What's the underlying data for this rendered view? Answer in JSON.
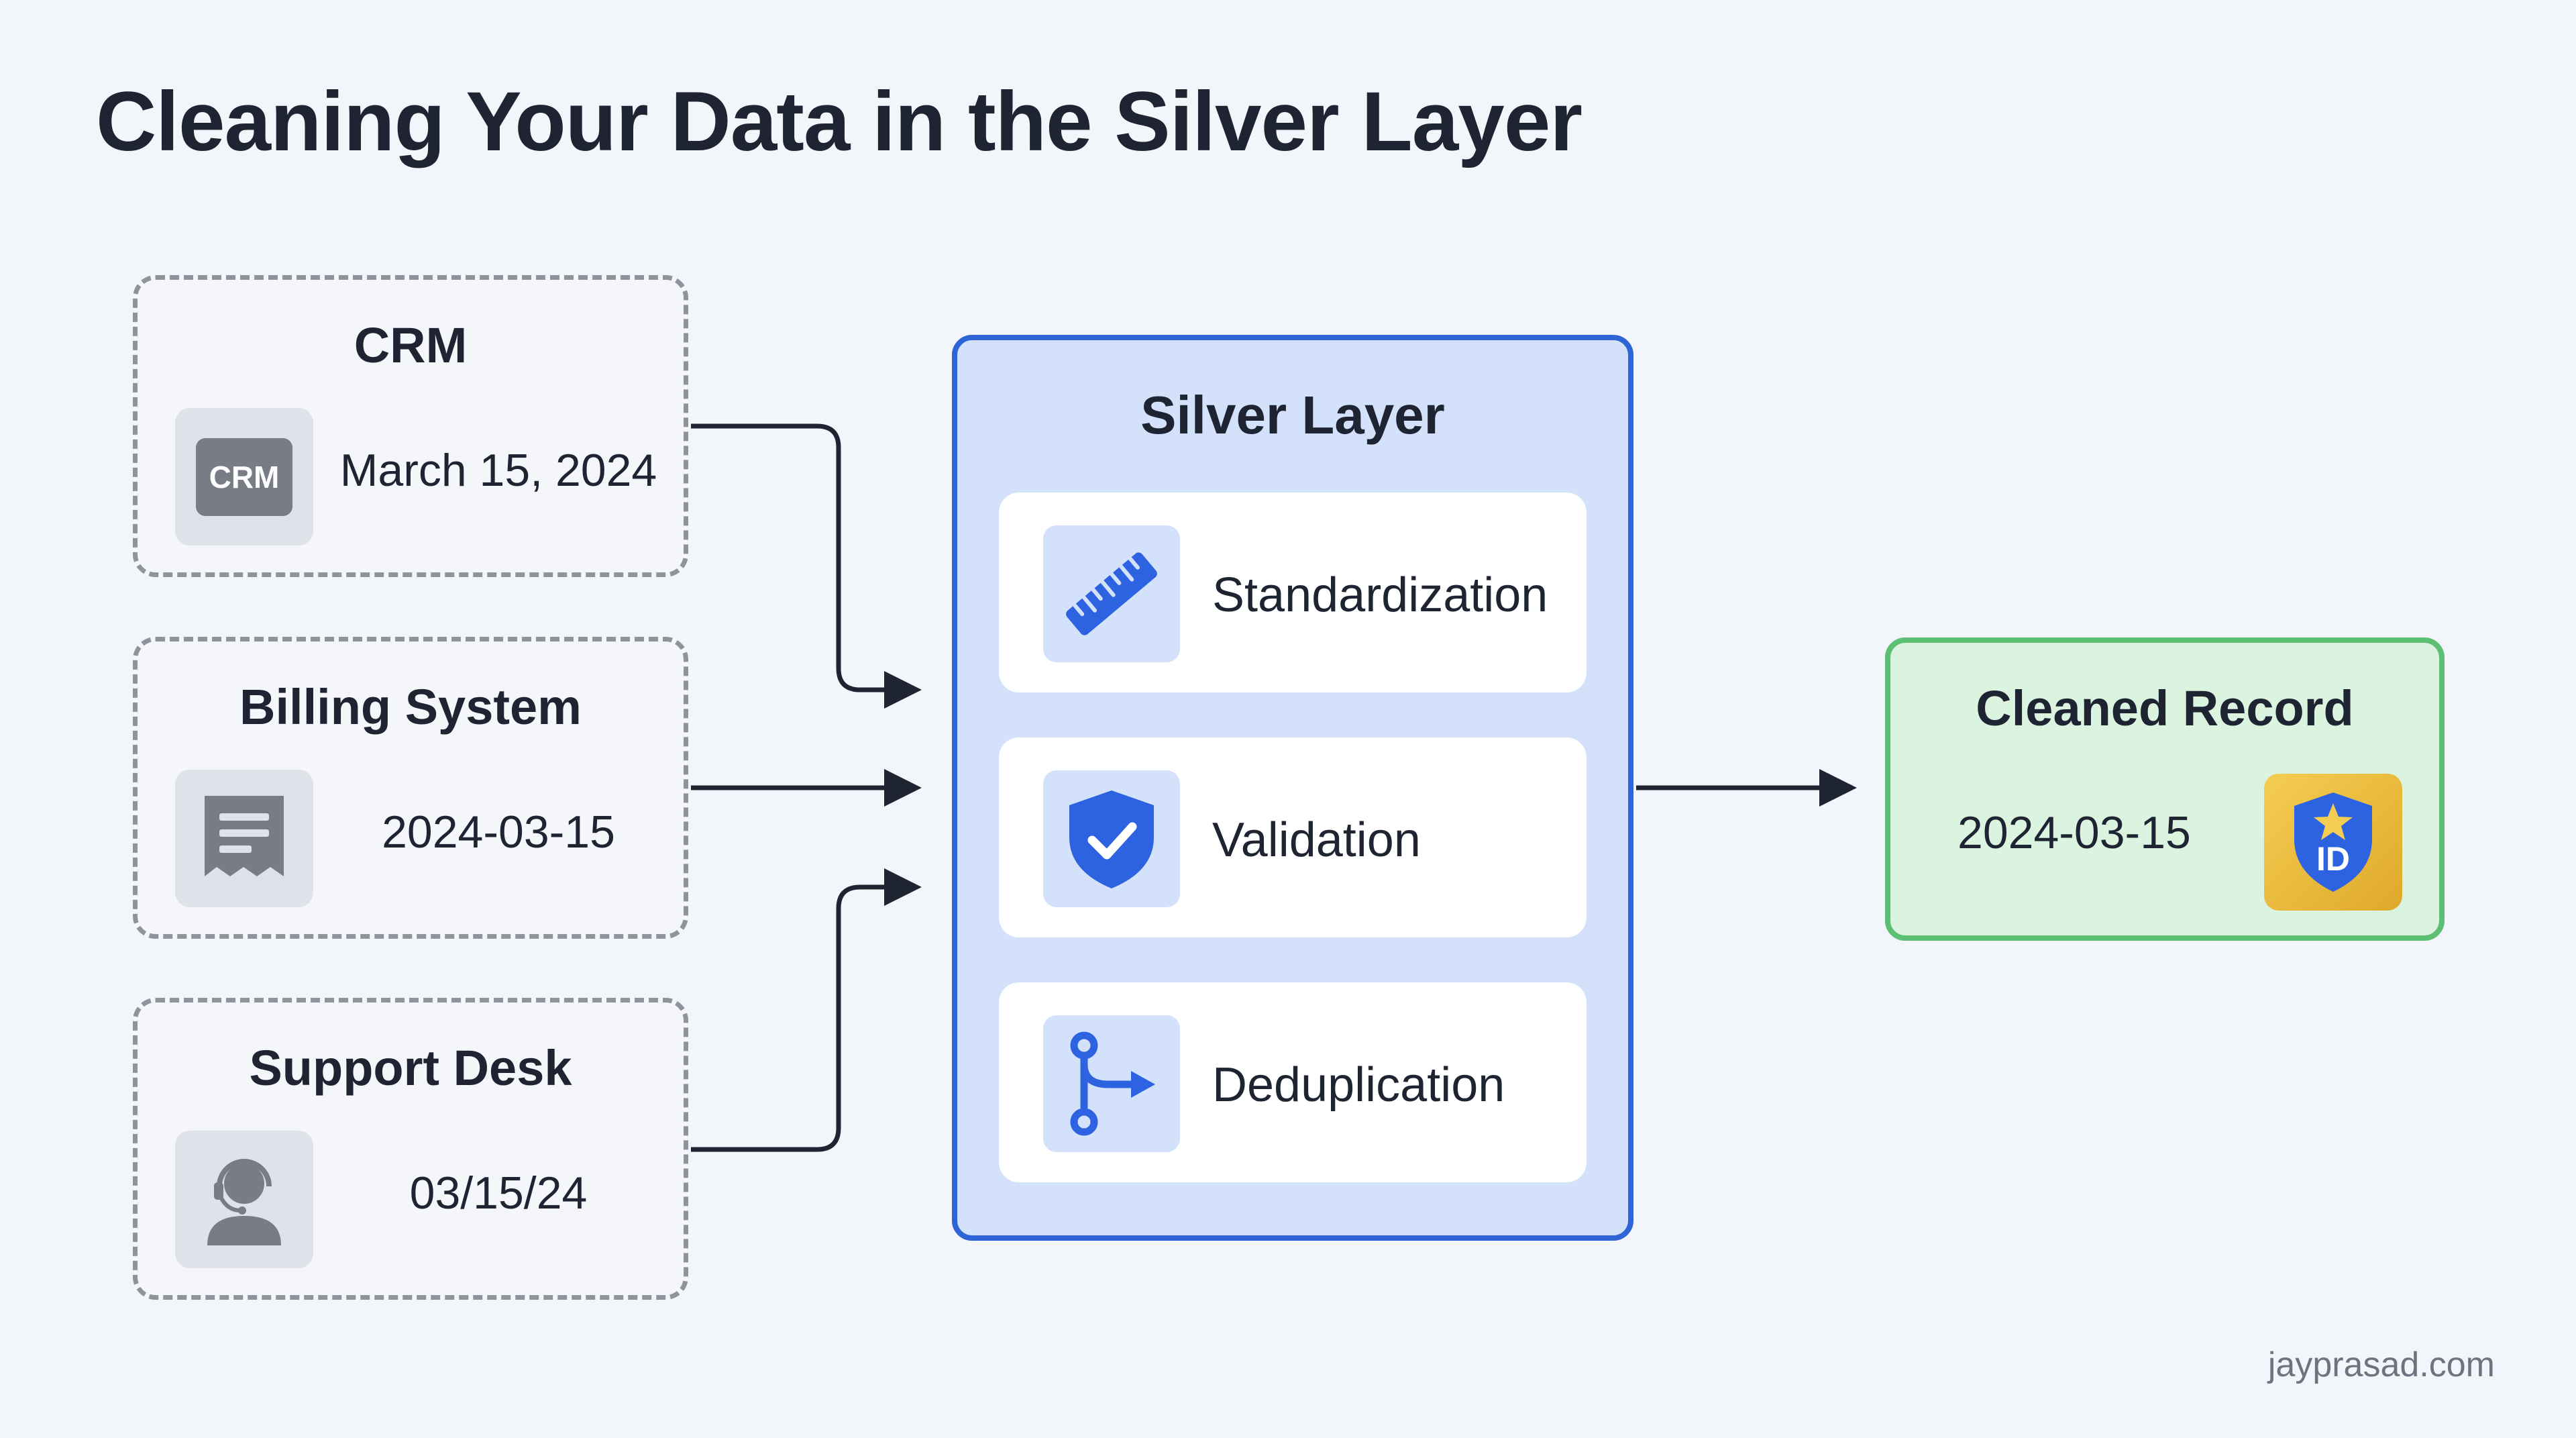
{
  "title": "Cleaning Your Data in the Silver Layer",
  "sources": [
    {
      "name": "CRM",
      "value": "March 15, 2024",
      "icon": "crm-badge-icon",
      "badge_text": "CRM"
    },
    {
      "name": "Billing System",
      "value": "2024-03-15",
      "icon": "receipt-icon"
    },
    {
      "name": "Support Desk",
      "value": "03/15/24",
      "icon": "support-agent-icon"
    }
  ],
  "silver_layer": {
    "title": "Silver Layer",
    "steps": [
      {
        "label": "Standardization",
        "icon": "ruler-icon"
      },
      {
        "label": "Validation",
        "icon": "shield-check-icon"
      },
      {
        "label": "Deduplication",
        "icon": "merge-branch-icon"
      }
    ]
  },
  "output": {
    "title": "Cleaned Record",
    "value": "2024-03-15",
    "icon": "id-badge-icon",
    "badge_text": "ID"
  },
  "footer": {
    "watermark": "jayprasad.com"
  },
  "colors": {
    "background": "#f2f5fa",
    "source_border": "#8f949c",
    "silver_fill": "#d3e2fa",
    "silver_border": "#2f64d6",
    "icon_blue": "#2d62e0",
    "output_fill": "#daf4df",
    "output_border": "#5cbf73",
    "badge_gold": "#e6b53a",
    "connector": "#1f2433"
  }
}
